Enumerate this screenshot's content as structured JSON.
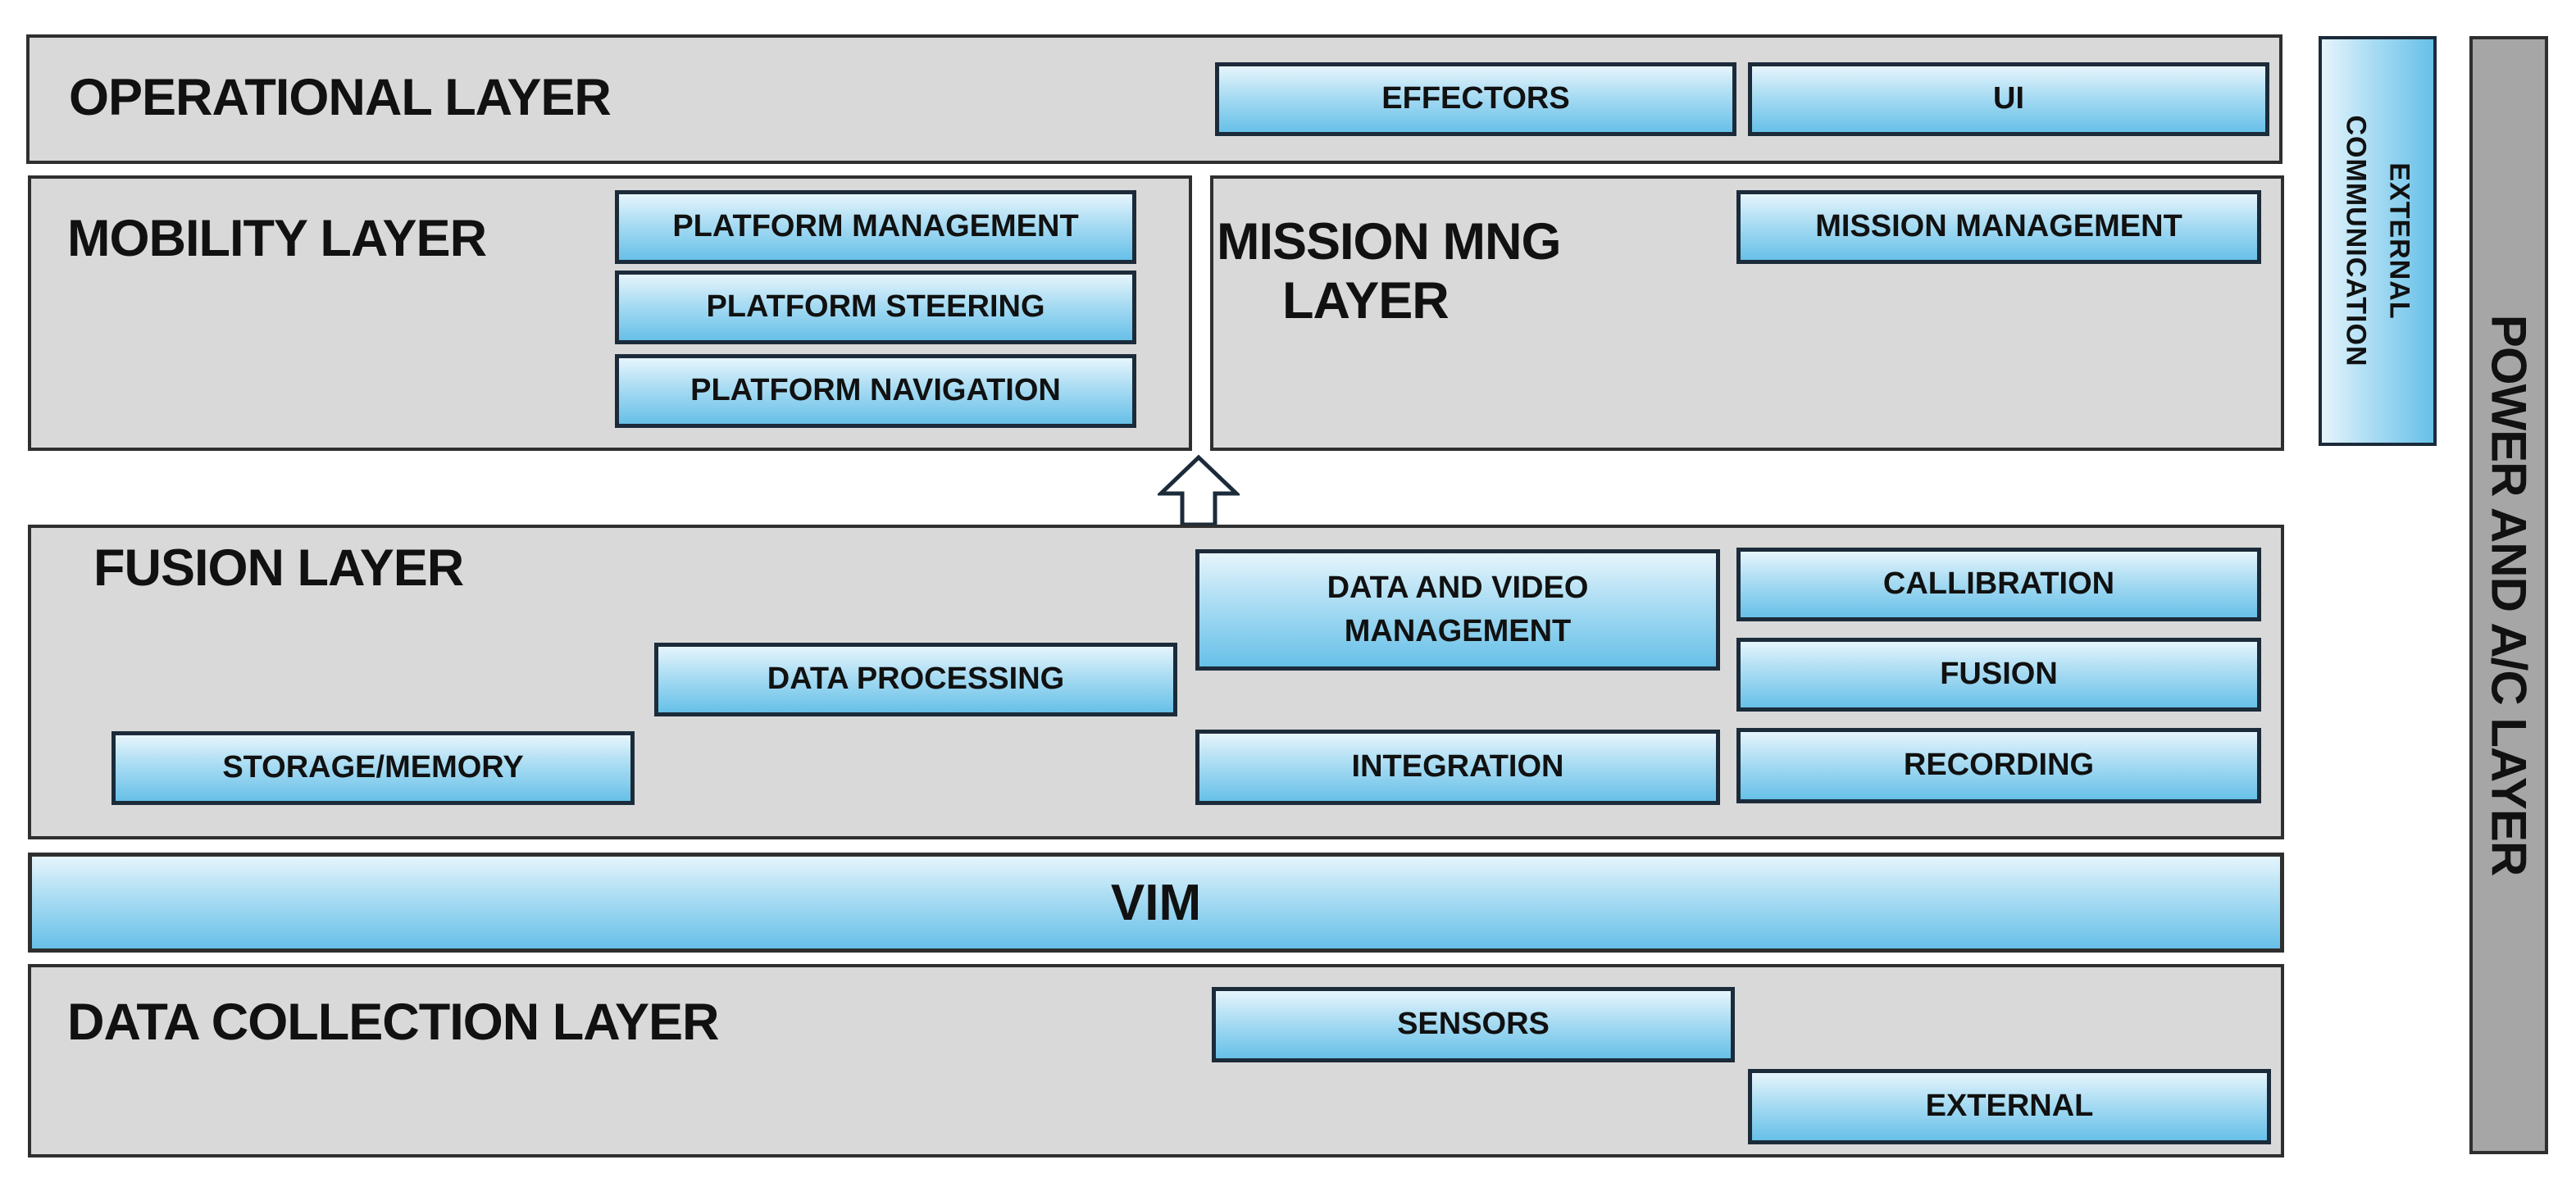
{
  "operational": {
    "title": "OPERATIONAL LAYER",
    "modules": [
      "EFFECTORS",
      "UI"
    ]
  },
  "mobility": {
    "title": "MOBILITY LAYER",
    "modules": [
      "PLATFORM MANAGEMENT",
      "PLATFORM STEERING",
      "PLATFORM NAVIGATION"
    ]
  },
  "mission": {
    "title_line1": "MISSION MNG",
    "title_line2": "LAYER",
    "modules": [
      "MISSION MANAGEMENT"
    ]
  },
  "fusion": {
    "title": "FUSION LAYER",
    "modules": {
      "data_video_line1": "DATA AND VIDEO",
      "data_video_line2": "MANAGEMENT",
      "callibration": "CALLIBRATION",
      "data_processing": "DATA PROCESSING",
      "fusion": "FUSION",
      "storage": "STORAGE/MEMORY",
      "integration": "INTEGRATION",
      "recording": "RECORDING"
    }
  },
  "vim": {
    "label": "VIM"
  },
  "data_collection": {
    "title": "DATA COLLECTION LAYER",
    "modules": [
      "SENSORS",
      "EXTERNAL"
    ]
  },
  "external_communication": {
    "line1": "EXTERNAL",
    "line2": "COMMUNICATION"
  },
  "power": {
    "label": "POWER AND A/C LAYER"
  },
  "colors": {
    "layer_fill": "#d9d9d9",
    "module_fill_light": "#e6f5fc",
    "module_fill_dark": "#67c0e8",
    "power_fill": "#a6a6a6",
    "border": "#2f2f2f"
  }
}
